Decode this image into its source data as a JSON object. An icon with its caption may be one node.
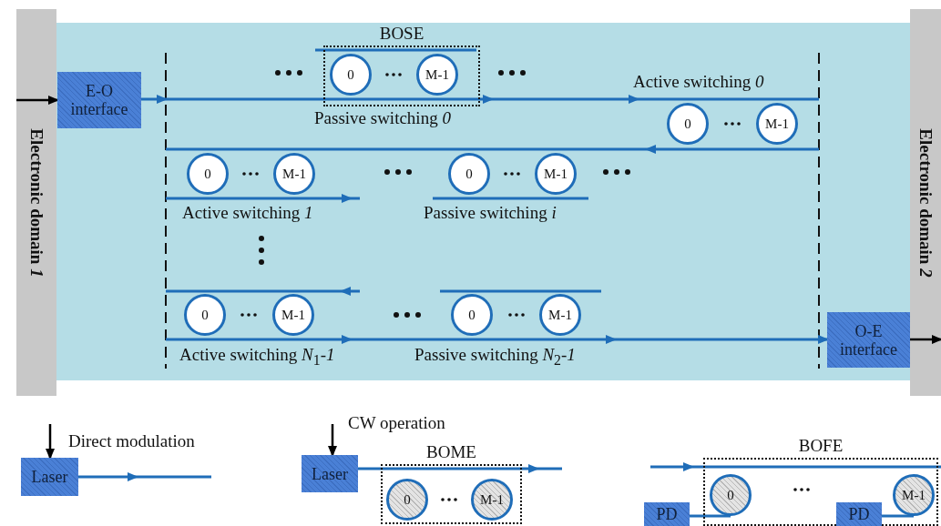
{
  "diagram": {
    "nodes": [
      {
        "text": [
          "Electronic domain *1*"
        ]
      },
      {
        "text": [
          "E-O interface"
        ]
      },
      {
        "text": [
          "BOSE"
        ]
      },
      {
        "text": [
          "0"
        ],
        "in": 2
      },
      {
        "text": [
          "M-1"
        ],
        "in": 2
      },
      {
        "text": [
          "0"
        ]
      },
      {
        "text": [
          "M-1"
        ]
      },
      {
        "text": [
          "0"
        ]
      },
      {
        "text": [
          "M-1"
        ]
      },
      {
        "text": [
          "0"
        ]
      },
      {
        "text": [
          "M-1"
        ]
      },
      {
        "text": [
          "0"
        ]
      },
      {
        "text": [
          "M-1"
        ]
      },
      {
        "text": [
          "0"
        ]
      },
      {
        "text": [
          "M-1"
        ]
      },
      {
        "text": [
          "O-E interface"
        ]
      },
      {
        "text": [
          "Electronic domain *2*"
        ]
      },
      {
        "text": [
          "Laser"
        ]
      },
      {
        "text": [
          "Laser"
        ]
      },
      {
        "text": [
          "BOME"
        ]
      },
      {
        "text": [
          "0"
        ],
        "in": 19
      },
      {
        "text": [
          "M-1"
        ],
        "in": 19
      },
      {
        "text": [
          "BOFE"
        ]
      },
      {
        "text": [
          "0"
        ],
        "in": 22
      },
      {
        "text": [
          "M-1"
        ],
        "in": 22
      },
      {
        "text": [
          "PD"
        ]
      },
      {
        "text": [
          "PD"
        ],
        "in": 22
      }
    ],
    "edges": [
      {
        "from": 0,
        "to": 1,
        "arrow": "to",
        "color": "#000000"
      },
      {
        "from": 15,
        "to": 16,
        "arrow": "to",
        "color": "#000000"
      },
      {
        "from": 1,
        "to": null,
        "arrow": "to"
      },
      {
        "from": null,
        "to": 15,
        "arrow": "to"
      },
      {
        "from": null,
        "to": 17,
        "arrow": "to",
        "color": "#000000"
      },
      {
        "from": 17,
        "to": null,
        "arrow": "to"
      },
      {
        "from": null,
        "to": 18,
        "arrow": "to",
        "color": "#000000"
      },
      {
        "from": 18,
        "to": 19,
        "arrow": "none"
      },
      {
        "from": 25,
        "to": 23,
        "arrow": "none"
      },
      {
        "from": 26,
        "to": 24,
        "arrow": "none"
      }
    ],
    "labels": [
      "Passive switching *0*",
      "Active switching *0*",
      "Active switching *1*",
      "Passive switching *i*",
      "Active switching *N*$_{1}$*-1*",
      "Passive switching *N*$_{2}$*-1*",
      "Direct modulation",
      "CW operation"
    ]
  }
}
